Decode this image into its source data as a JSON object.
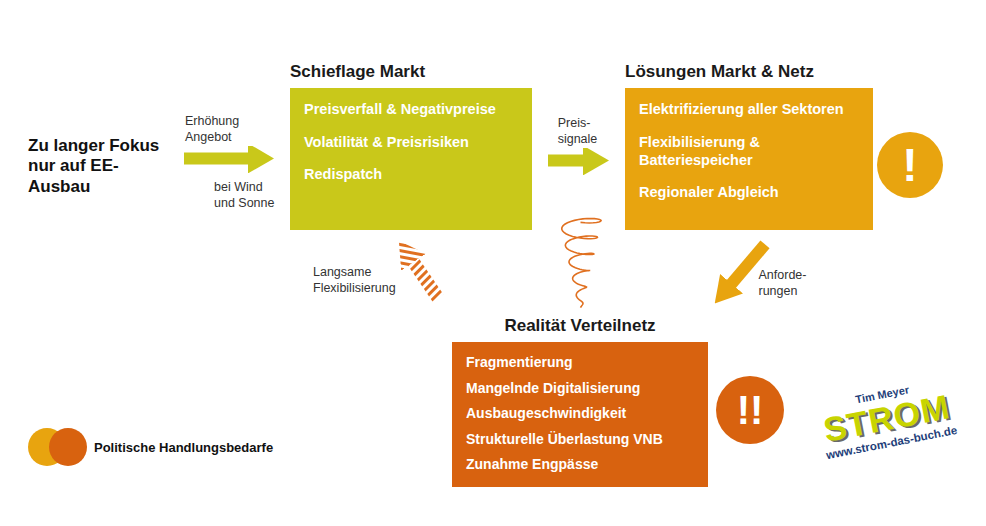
{
  "diagram": {
    "nodes": [
      {
        "text": [
          "Zu langer Fokus nur auf EE-Ausbau"
        ]
      },
      {
        "text": [
          "Schieflage Markt",
          "Preisverfall & Negativpreise",
          "Volatilität & Preisrisiken",
          "Redispatch"
        ]
      },
      {
        "text": [
          "Lösungen Markt & Netz",
          "Elektrifizierung aller Sektoren",
          "Flexibilisierung & Batteriespeicher",
          "Regionaler Abgleich"
        ]
      },
      {
        "text": [
          "Realität Verteilnetz",
          "Fragmentierung",
          "Mangelnde Digitalisierung",
          "Ausbaugeschwindigkeit",
          "Strukturelle Überlastung VNB",
          "Zunahme Engpässe"
        ]
      },
      {
        "text": [
          "!"
        ]
      },
      {
        "text": [
          "!!"
        ]
      }
    ],
    "edges": [
      {
        "from": 0,
        "to": 1,
        "label": "Erhöhung Angebot",
        "arrow": "to"
      },
      {
        "from": 1,
        "to": 2,
        "label": "Preis- signale",
        "arrow": "to"
      },
      {
        "from": 2,
        "to": 3,
        "label": "Anforde- rungen",
        "arrow": "to"
      },
      {
        "from": 3,
        "to": 1,
        "label": "Langsame Flexibilisierung",
        "arrow": "to"
      }
    ],
    "labels": [
      "bei Wind und Sonne",
      "Tim Meyer",
      "STROM",
      "www.strom-das-buch.de"
    ],
    "legend": [
      {
        "text": "Politische Handlungsbedarfe"
      }
    ]
  }
}
